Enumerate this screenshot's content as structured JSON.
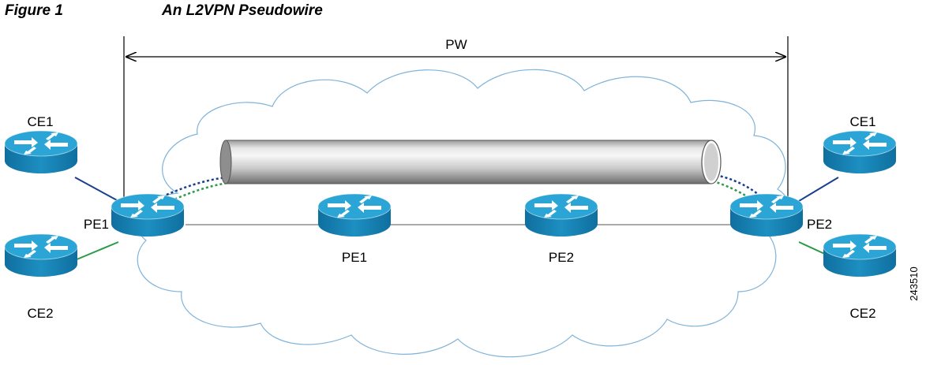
{
  "figure": {
    "number": "Figure 1",
    "title": "An L2VPN Pseudowire"
  },
  "diagram": {
    "span_label": "PW",
    "left_side": {
      "ce_top": "CE1",
      "ce_bottom": "CE2",
      "pe": "PE1"
    },
    "core": {
      "router_a": "PE1",
      "router_b": "PE2"
    },
    "right_side": {
      "ce_top": "CE1",
      "ce_bottom": "CE2",
      "pe": "PE2"
    },
    "figure_id": "243510"
  },
  "colors": {
    "router_blue": "#1d8fc1",
    "router_top": "#2aa5d6",
    "link_blue": "#1b3f8f",
    "link_green": "#2c9a48",
    "cloud_outline": "#7fb3d9",
    "core_link": "#555555"
  },
  "icons": [
    "router-icon",
    "cloud-icon",
    "pseudowire-tunnel-icon",
    "double-arrow-icon"
  ]
}
